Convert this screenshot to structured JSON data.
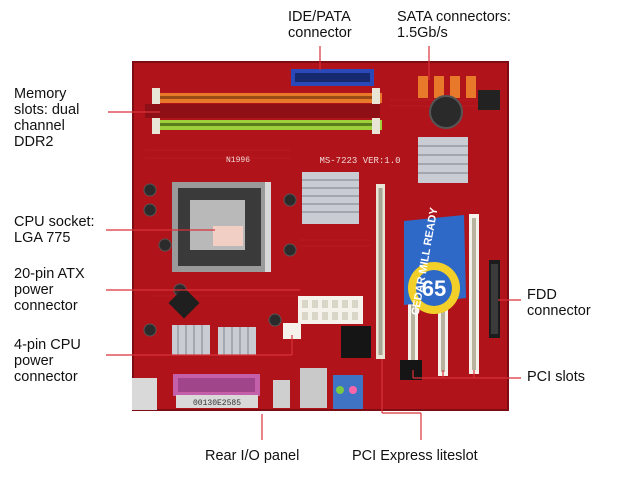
{
  "labels": {
    "ide": "IDE/PATA\nconnector",
    "sata": "SATA connectors:\n1.5Gb/s",
    "memory": "Memory\nslots: dual\nchannel\nDDR2",
    "cpu_socket": "CPU socket:\nLGA 775",
    "atx": "20-pin ATX\npower\nconnector",
    "cpu_power": "4-pin CPU\npower\nconnector",
    "fdd": "FDD\nconnector",
    "pci_slots": "PCI slots",
    "rear_io": "Rear I/O panel",
    "pcie": "PCI Express liteslot"
  },
  "board": {
    "model_text": "MS-7223 VER:1.0",
    "bios_text": "N1996",
    "sticker_text": "CEDAR MILL READY",
    "sticker_badge": "65",
    "serial_text": "00130E2585"
  },
  "colors": {
    "pcb": "#b0141a",
    "pcb_dark": "#7d0d12",
    "leader": "#d9323a",
    "memory_slot_1": "#e8792a",
    "memory_slot_2": "#9ed03a",
    "ide_connector": "#2a48b8",
    "sata_connector": "#e8792a",
    "heatsink": "#c9ccd3",
    "pci_slot": "#f4f2ea",
    "sticker_blue": "#2e69c8",
    "sticker_yellow": "#f2cf29",
    "parallel_port": "#c45fa9"
  }
}
